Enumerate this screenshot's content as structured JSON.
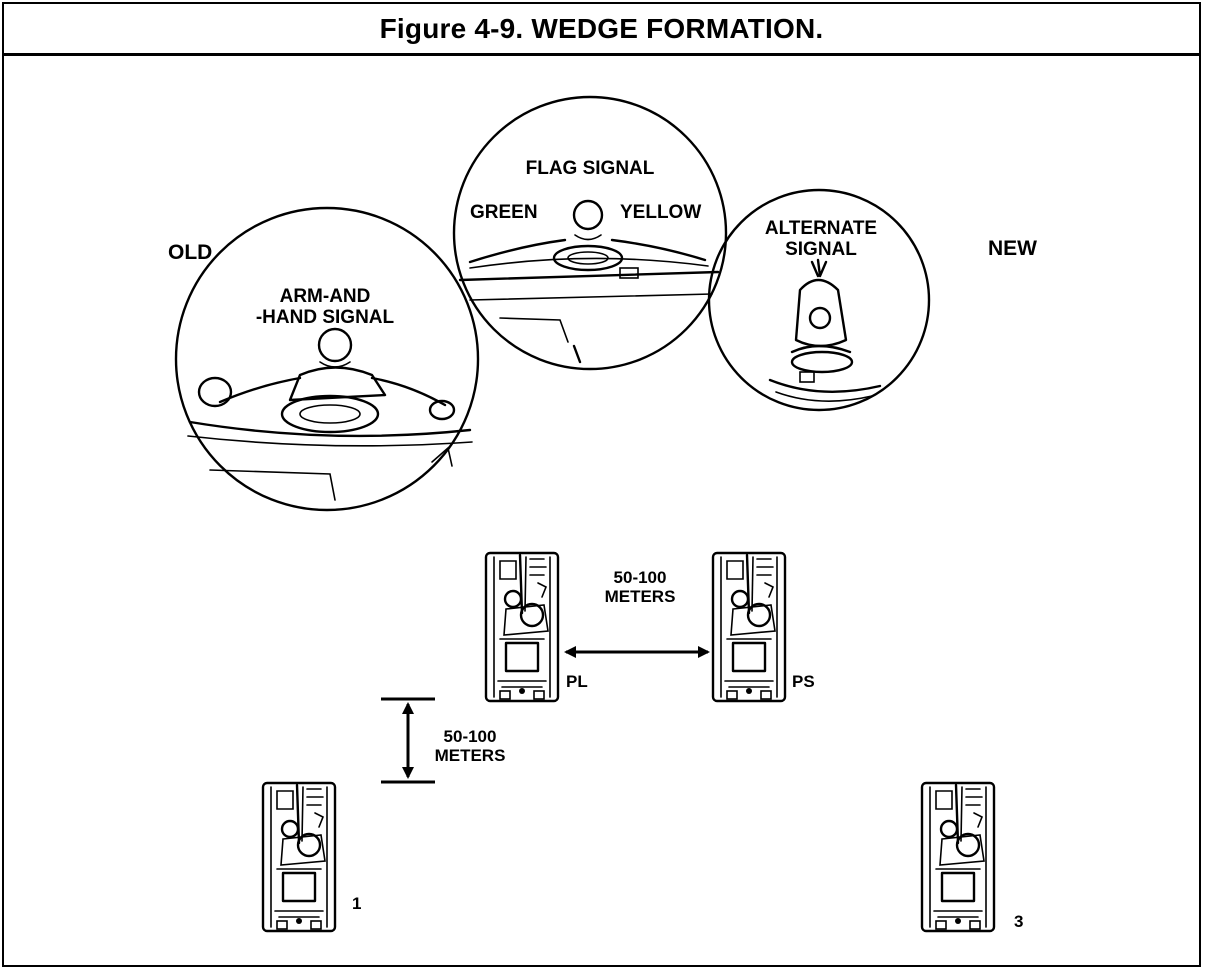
{
  "figure": {
    "title": "Figure 4-9. WEDGE FORMATION."
  },
  "signals": {
    "old_label": "OLD",
    "new_label": "NEW",
    "arm_hand": {
      "line1": "ARM-AND",
      "line2": "-HAND SIGNAL"
    },
    "flag": {
      "title": "FLAG SIGNAL",
      "left": "GREEN",
      "right": "YELLOW"
    },
    "alternate": {
      "line1": "ALTERNATE",
      "line2": "SIGNAL"
    }
  },
  "formation": {
    "lateral_spacing": {
      "line1": "50-100",
      "line2": "METERS"
    },
    "depth_spacing": {
      "line1": "50-100",
      "line2": "METERS"
    },
    "vehicles": [
      {
        "label": "PL"
      },
      {
        "label": "PS"
      },
      {
        "label": "1"
      },
      {
        "label": "3"
      }
    ]
  }
}
